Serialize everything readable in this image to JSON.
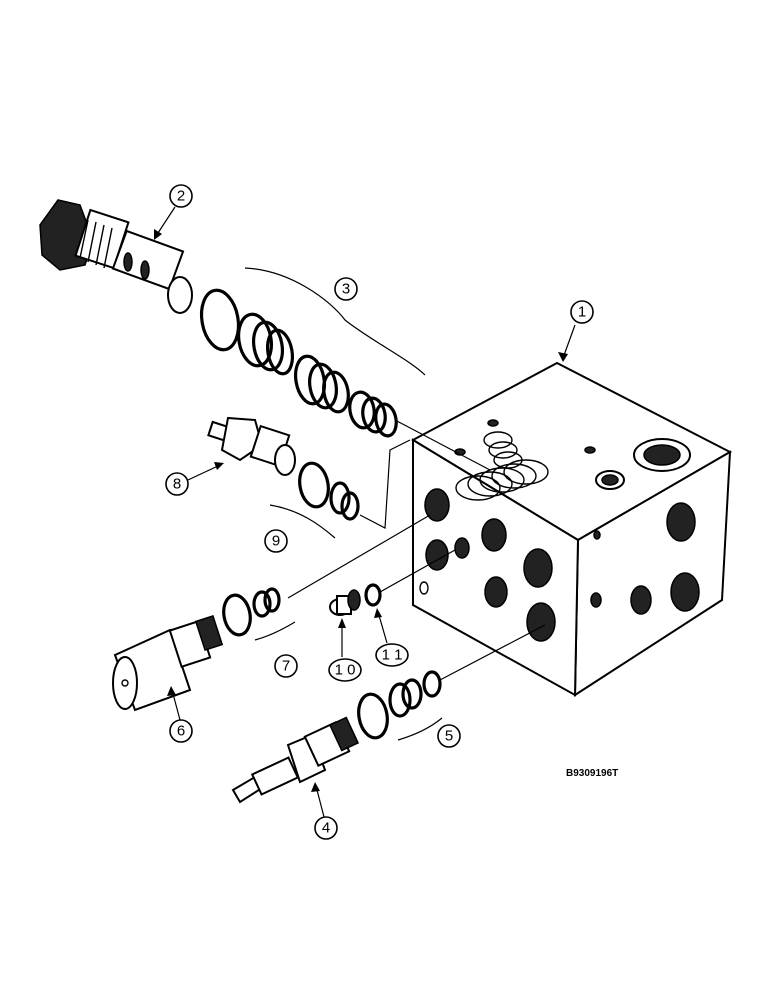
{
  "reference_code": "B9309196T",
  "callouts": [
    {
      "id": "1",
      "label": "1"
    },
    {
      "id": "2",
      "label": "2"
    },
    {
      "id": "3",
      "label": "3"
    },
    {
      "id": "4",
      "label": "4"
    },
    {
      "id": "5",
      "label": "5"
    },
    {
      "id": "6",
      "label": "6"
    },
    {
      "id": "7",
      "label": "7"
    },
    {
      "id": "8",
      "label": "8"
    },
    {
      "id": "9",
      "label": "9"
    },
    {
      "id": "10",
      "label": "1 0"
    },
    {
      "id": "11",
      "label": "1 1"
    }
  ]
}
